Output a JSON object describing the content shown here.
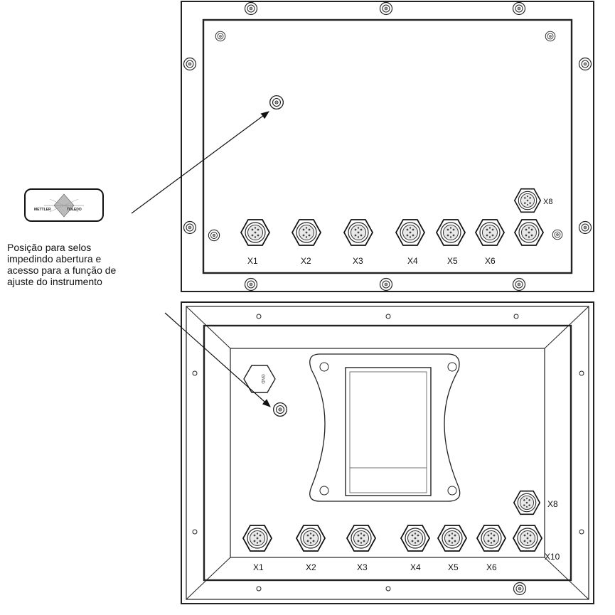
{
  "caption": {
    "lines": [
      "Posição para selos",
      "impedindo abertura e",
      "acesso para a função de",
      "ajuste do instrumento"
    ]
  },
  "seal_logo": {
    "left_text": "METTLER",
    "right_text": "TOLEDO"
  },
  "top_panel": {
    "connectors": [
      "X1",
      "X2",
      "X3",
      "X4",
      "X5",
      "X6"
    ],
    "side_connector": "X8"
  },
  "bottom_panel": {
    "connectors": [
      "X1",
      "X2",
      "X3",
      "X4",
      "X5",
      "X6"
    ],
    "side_connector": "X8",
    "corner_connector": "X10",
    "cap_text": "GND"
  }
}
